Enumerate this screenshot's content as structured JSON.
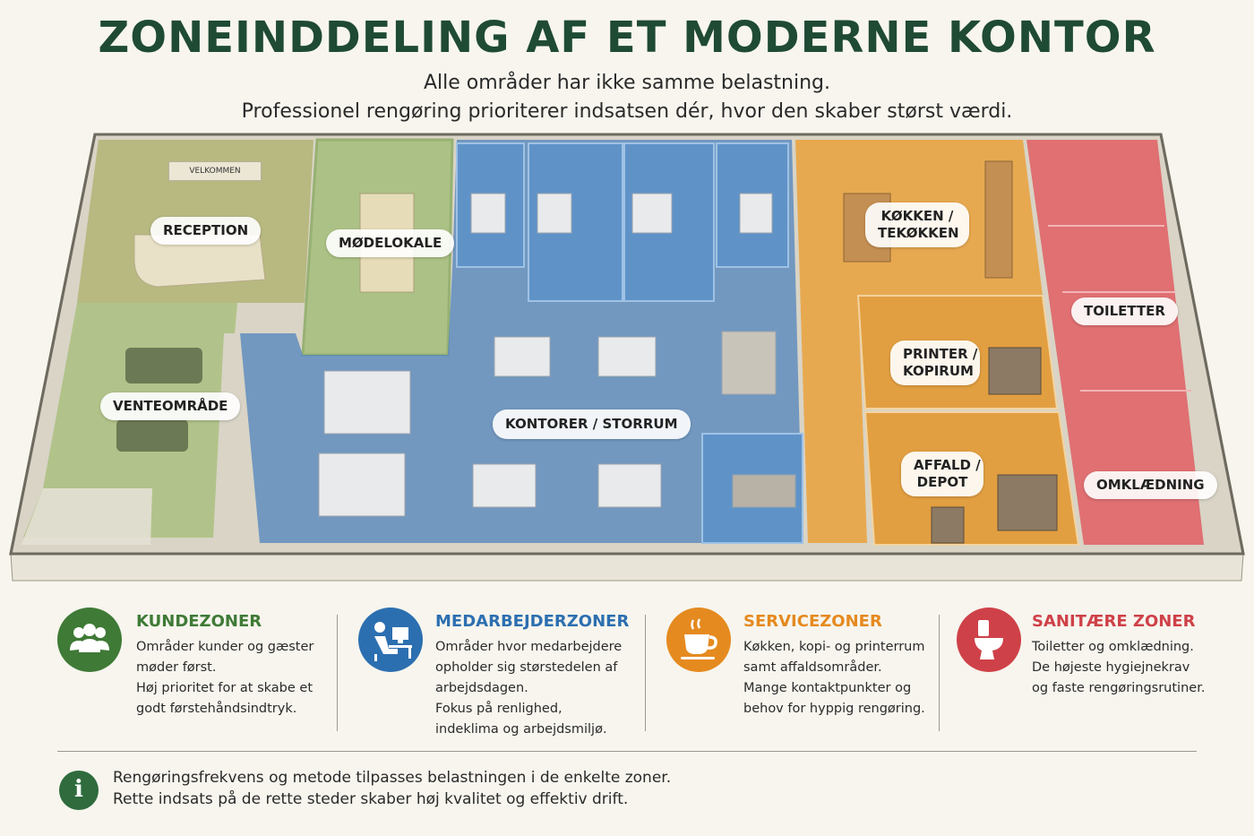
{
  "header": {
    "title": "ZONEINDDELING AF ET MODERNE KONTOR",
    "subtitle_line1": "Alle områder har ikke samme belastning.",
    "subtitle_line2": "Professionel rengøring prioriterer indsatsen dér, hvor den skaber størst værdi."
  },
  "plan": {
    "sign": "VELKOMMEN",
    "rooms": {
      "reception": "RECEPTION",
      "modelokale": "MØDELOKALE",
      "venteomrade": "VENTEOMRÅDE",
      "kontorer": "KONTORER / STORRUM",
      "kokken_l1": "KØKKEN /",
      "kokken_l2": "TEKØKKEN",
      "printer_l1": "PRINTER /",
      "printer_l2": "KOPIRUM",
      "affald_l1": "AFFALD /",
      "affald_l2": "DEPOT",
      "toiletter": "TOILETTER",
      "omklaedning": "OMKLÆDNING"
    },
    "colors": {
      "kunde": "#7fa64f",
      "medarbejder": "#3f79b4",
      "service": "#e79a2f",
      "sanitaer": "#d8565b"
    }
  },
  "legend": [
    {
      "icon": "people-icon",
      "color": "#3f7a36",
      "title": "KUNDEZONER",
      "lines": [
        "Områder kunder og gæster",
        "møder først.",
        "Høj prioritet for at skabe et",
        "godt førstehåndsindtryk."
      ]
    },
    {
      "icon": "desk-worker-icon",
      "color": "#2c6fb0",
      "title": "MEDARBEJDERZONER",
      "lines": [
        "Områder hvor medarbejdere",
        "opholder sig størstedelen af",
        "arbejdsdagen.",
        "Fokus på renlighed,",
        "indeklima og arbejdsmiljø."
      ]
    },
    {
      "icon": "coffee-cup-icon",
      "color": "#e58a1f",
      "title": "SERVICEZONER",
      "lines": [
        "Køkken, kopi- og printerrum",
        "samt affaldsområder.",
        "Mange kontaktpunkter og",
        "behov for hyppig rengøring."
      ]
    },
    {
      "icon": "toilet-icon",
      "color": "#cf4148",
      "title": "SANITÆRE ZONER",
      "lines": [
        "Toiletter og omklædning.",
        "De højeste hygiejnekrav",
        "og faste rengøringsrutiner."
      ]
    }
  ],
  "footer": {
    "icon": "info-icon",
    "line1": "Rengøringsfrekvens og metode tilpasses belastningen i de enkelte zoner.",
    "line2": "Rette indsats på de rette steder skaber høj kvalitet og effektiv drift."
  }
}
